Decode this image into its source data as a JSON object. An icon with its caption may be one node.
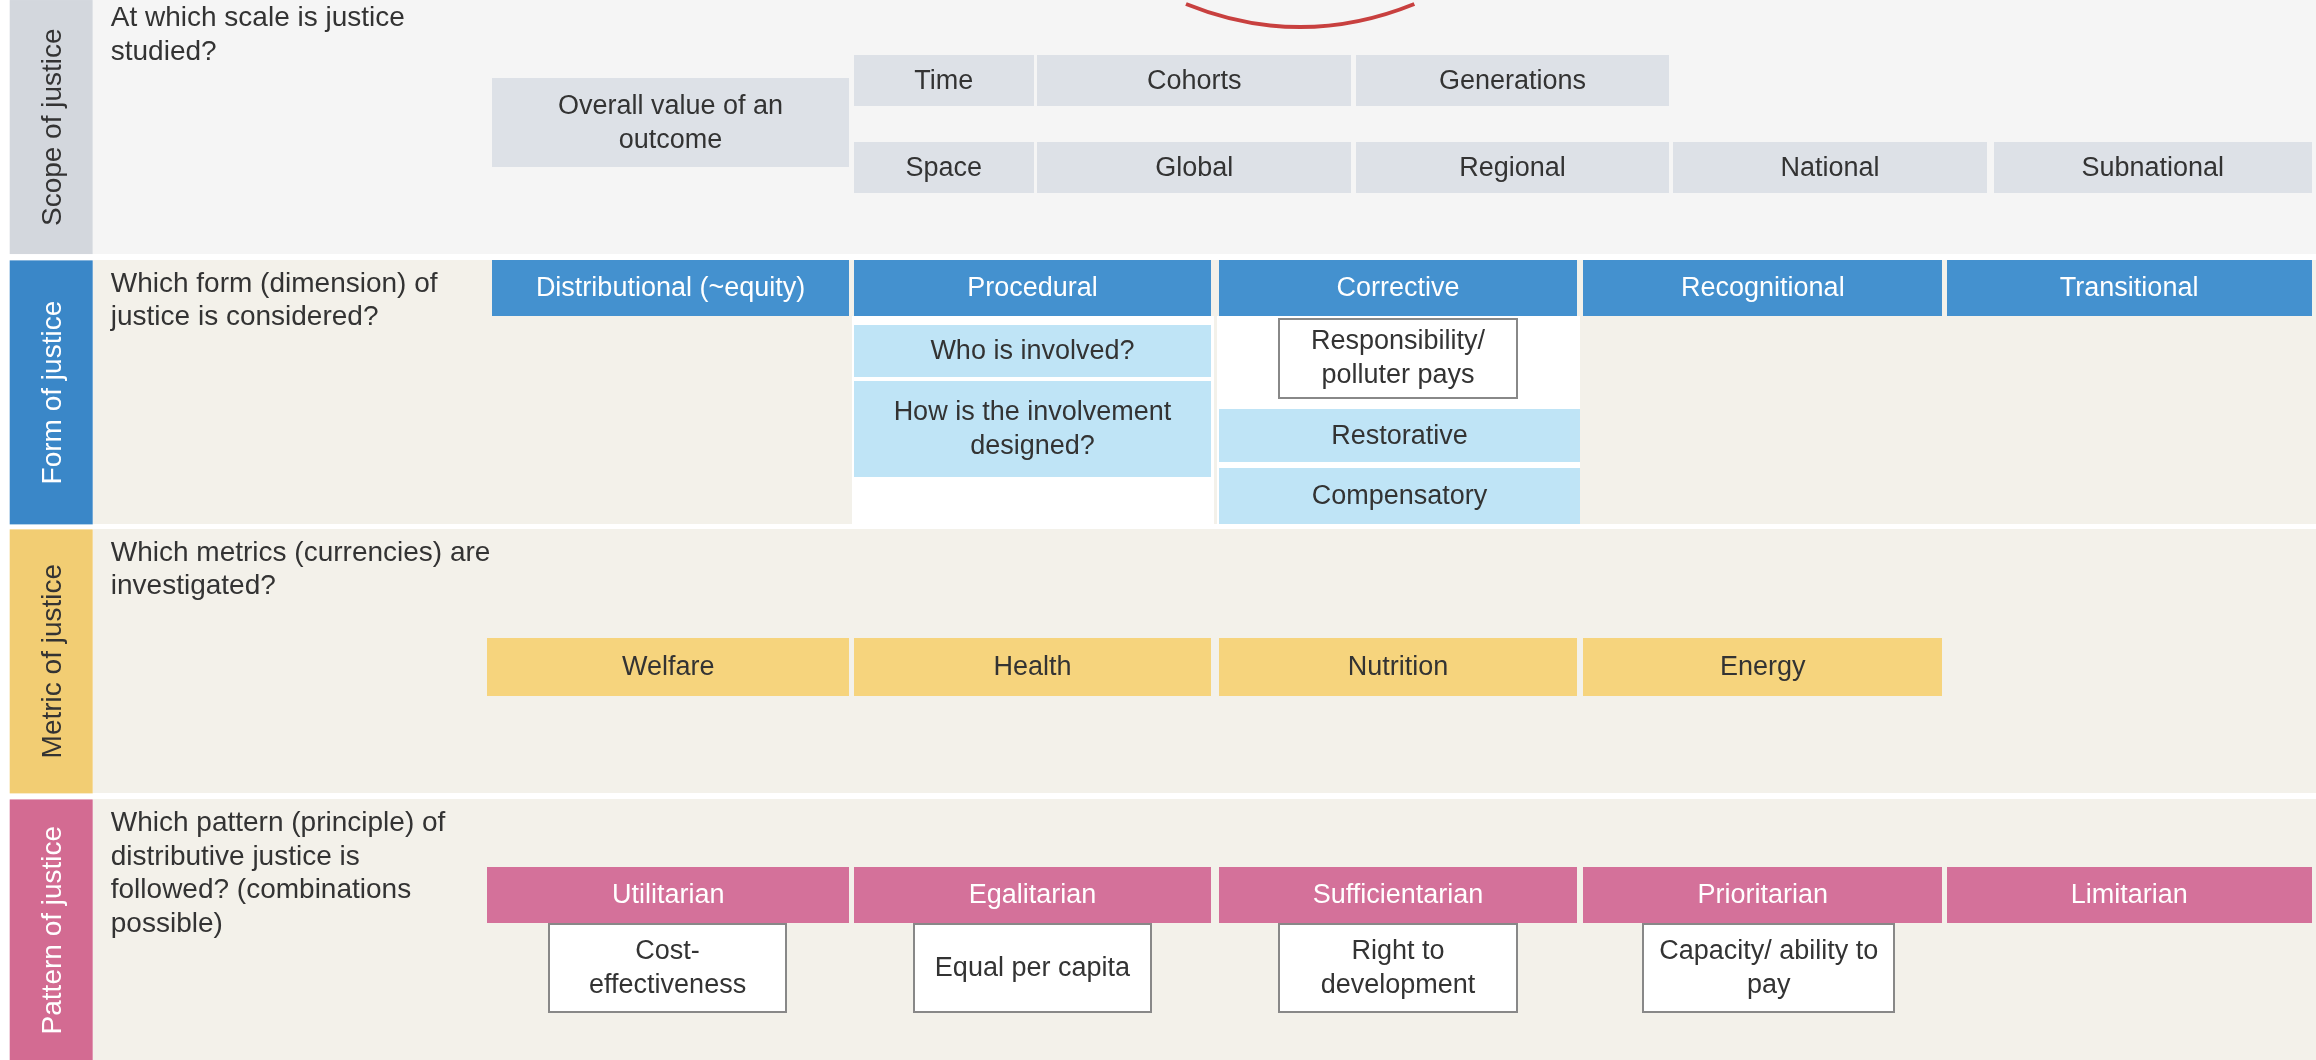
{
  "diagram": {
    "nodes": [
      {
        "text": [
          "Scope of justice"
        ]
      },
      {
        "text": [
          "Overall value of an outcome"
        ]
      },
      {
        "text": [
          "Time"
        ]
      },
      {
        "text": [
          "Cohorts"
        ]
      },
      {
        "text": [
          "Generations"
        ]
      },
      {
        "text": [
          "Space"
        ]
      },
      {
        "text": [
          "Global"
        ]
      },
      {
        "text": [
          "Regional"
        ]
      },
      {
        "text": [
          "National"
        ]
      },
      {
        "text": [
          "Subnational"
        ]
      },
      {
        "text": [
          "Form of justice"
        ]
      },
      {
        "text": [
          "Distributional (~equity)"
        ]
      },
      {
        "text": [
          "Procedural"
        ]
      },
      {
        "text": [
          "Corrective"
        ]
      },
      {
        "text": [
          "Recognitional"
        ]
      },
      {
        "text": [
          "Transitional"
        ]
      },
      {
        "text": [
          "Who is involved?"
        ]
      },
      {
        "text": [
          "Responsibility/ polluter pays"
        ]
      },
      {
        "text": [
          "How is the involvement designed?"
        ]
      },
      {
        "text": [
          "Restorative"
        ]
      },
      {
        "text": [
          "Compensatory"
        ]
      },
      {
        "text": [
          "Metric of justice"
        ]
      },
      {
        "text": [
          "Welfare"
        ]
      },
      {
        "text": [
          "Health"
        ]
      },
      {
        "text": [
          "Nutrition"
        ]
      },
      {
        "text": [
          "Energy"
        ]
      },
      {
        "text": [
          "Pattern of justice"
        ]
      },
      {
        "text": [
          "Utilitarian"
        ]
      },
      {
        "text": [
          "Egalitarian"
        ]
      },
      {
        "text": [
          "Sufficientarian"
        ]
      },
      {
        "text": [
          "Prioritarian"
        ]
      },
      {
        "text": [
          "Limitarian"
        ]
      },
      {
        "text": [
          "Cost-effectiveness"
        ]
      },
      {
        "text": [
          "Equal per capita"
        ]
      },
      {
        "text": [
          "Right to development"
        ]
      },
      {
        "text": [
          "Capacity/ ability to pay"
        ]
      }
    ],
    "labels": [
      "At which scale is justice studied?",
      "Which form (dimension) of justice is considered?",
      "Which metrics (currencies) are investigated?",
      "Which pattern (principle) of distributive justice is followed? (combinations possible)"
    ]
  }
}
